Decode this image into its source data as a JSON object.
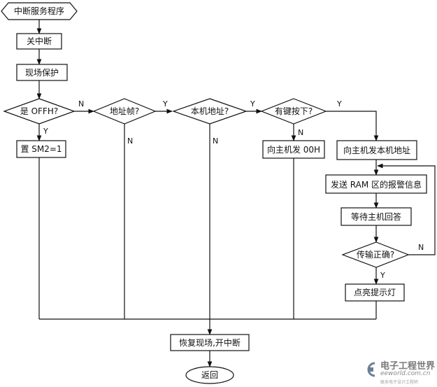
{
  "diagram": {
    "nodes": {
      "start": "中断服务程序",
      "disable_int": "关中断",
      "save_context": "现场保护",
      "is_offh": "是 OFFH?",
      "set_sm2": "置 SM2=1",
      "addr_frame": "地址帧?",
      "own_addr": "本机地址?",
      "key_pressed": "有键按下?",
      "send_00h": "向主机发 00H",
      "send_own_addr": "向主机发本机地址",
      "send_ram_alarm": "发送 RAM 区的报警信息",
      "wait_reply": "等待主机回答",
      "transfer_ok": "传输正确?",
      "light_lamp": "点亮提示灯",
      "restore": "恢复现场,开中断",
      "return": "返回"
    },
    "edge_labels": {
      "offh_no": "N",
      "offh_yes": "Y",
      "addr_frame_yes": "Y",
      "addr_frame_no": "N",
      "own_addr_yes": "Y",
      "own_addr_no": "N",
      "key_yes": "Y",
      "key_no": "N",
      "transfer_yes": "Y",
      "transfer_no": "N"
    }
  },
  "watermark": {
    "main": "电子工程世界",
    "sub": "eeworld.com.cn",
    "tag": "联系电子设计工程师"
  }
}
